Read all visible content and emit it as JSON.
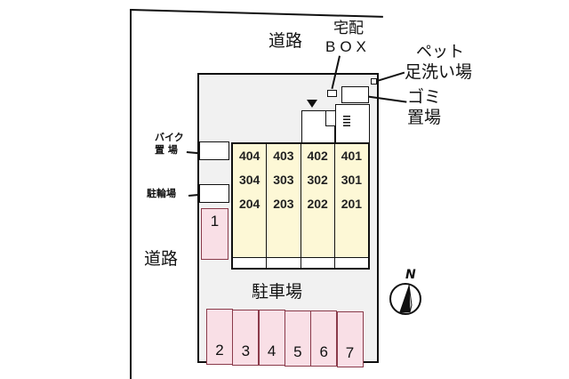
{
  "labels": {
    "road_top": "道路",
    "road_left": "道路",
    "delivery_box_1": "宅配",
    "delivery_box_2": "BOX",
    "pet_wash_1": "ペット",
    "pet_wash_2": "足洗い場",
    "garbage_1": "ゴミ",
    "garbage_2": "置場",
    "bike_1": "バイク",
    "bike_2": "置 場",
    "bicycle": "駐輪場",
    "parking": "駐車場",
    "north": "N"
  },
  "units": [
    [
      "404",
      "304",
      "204"
    ],
    [
      "403",
      "303",
      "203"
    ],
    [
      "402",
      "302",
      "202"
    ],
    [
      "401",
      "301",
      "201"
    ]
  ],
  "parking_spaces": [
    "1",
    "2",
    "3",
    "4",
    "5",
    "6",
    "7"
  ],
  "colors": {
    "units": "#fdf8d6",
    "parking": "#f9dfe6",
    "site": "#f1f1f1"
  }
}
